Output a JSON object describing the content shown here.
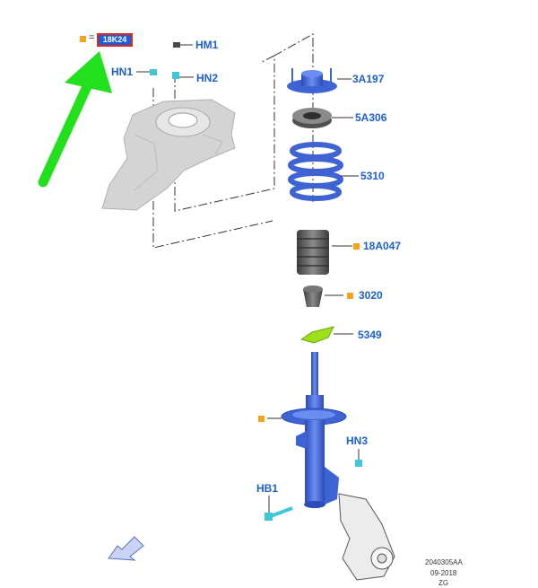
{
  "legend": {
    "symbol_text": "=",
    "code": "18K24"
  },
  "callouts": {
    "hm1": "HM1",
    "hn1": "HN1",
    "hn2": "HN2",
    "p3a197": "3A197",
    "p5a306": "5A306",
    "p5310": "5310",
    "p18a047": "18A047",
    "p3020": "3020",
    "p5349": "5349",
    "hn3": "HN3",
    "hb1": "HB1"
  },
  "footer": {
    "ref": "2040305AA",
    "date": "09-2018",
    "code": "ZG"
  },
  "colors": {
    "callout_blue": "#1a5fd6",
    "marker_orange": "#f7a21b",
    "part_blue": "#3e64d4",
    "arrow_green": "#22e01c",
    "accent_lime": "#9be01a",
    "fastener_cyan": "#3fc7d8",
    "tower_gray": "#d2d2d2"
  },
  "icons": [
    "green-arrow-icon",
    "direction-arrow-icon"
  ]
}
